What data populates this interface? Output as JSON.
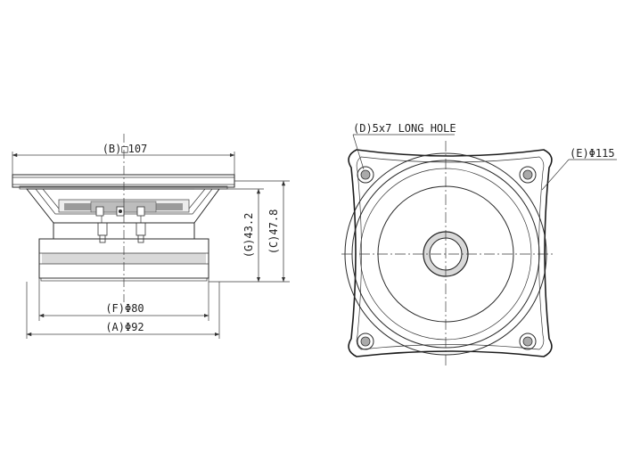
{
  "side_view": {
    "b_label": "(B)□107",
    "f_label": "(F)Φ80",
    "a_label": "(A)Φ92",
    "g_label": "(G)43.2",
    "c_label": "(C)47.8"
  },
  "front_view": {
    "d_label": "(D)5x7 LONG HOLE",
    "e_label": "(E)Φ115"
  }
}
